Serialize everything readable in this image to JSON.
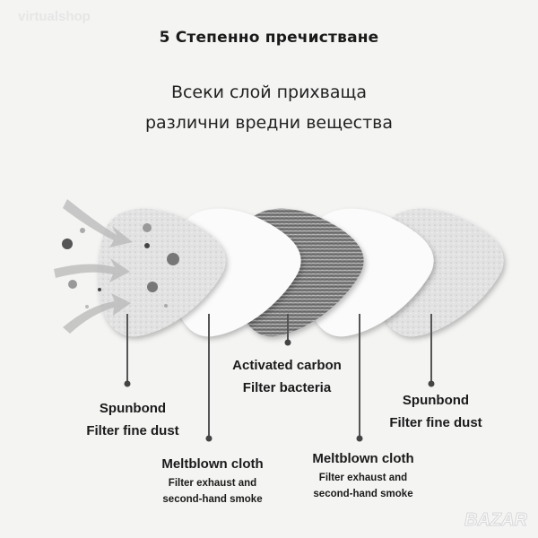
{
  "header": {
    "title": "5 Степенно пречистване",
    "subtitle_line1": "Всеки слой прихваща",
    "subtitle_line2": "различни вредни вещества"
  },
  "layers": [
    {
      "name": "Spunbond",
      "desc": "Filter fine dust"
    },
    {
      "name": "Meltblown cloth",
      "desc1": "Filter exhaust and",
      "desc2": "second-hand smoke"
    },
    {
      "name": "Activated carbon",
      "desc": "Filter bacteria"
    },
    {
      "name": "Meltblown cloth",
      "desc1": "Filter exhaust and",
      "desc2": "second-hand smoke"
    },
    {
      "name": "Spunbond",
      "desc": "Filter fine dust"
    }
  ],
  "watermarks": {
    "top_left": "virtualshop",
    "logo": "BAZAR"
  },
  "colors": {
    "background": "#f4f4f3",
    "carbon": "#8a8a8a",
    "line": "#555555"
  }
}
